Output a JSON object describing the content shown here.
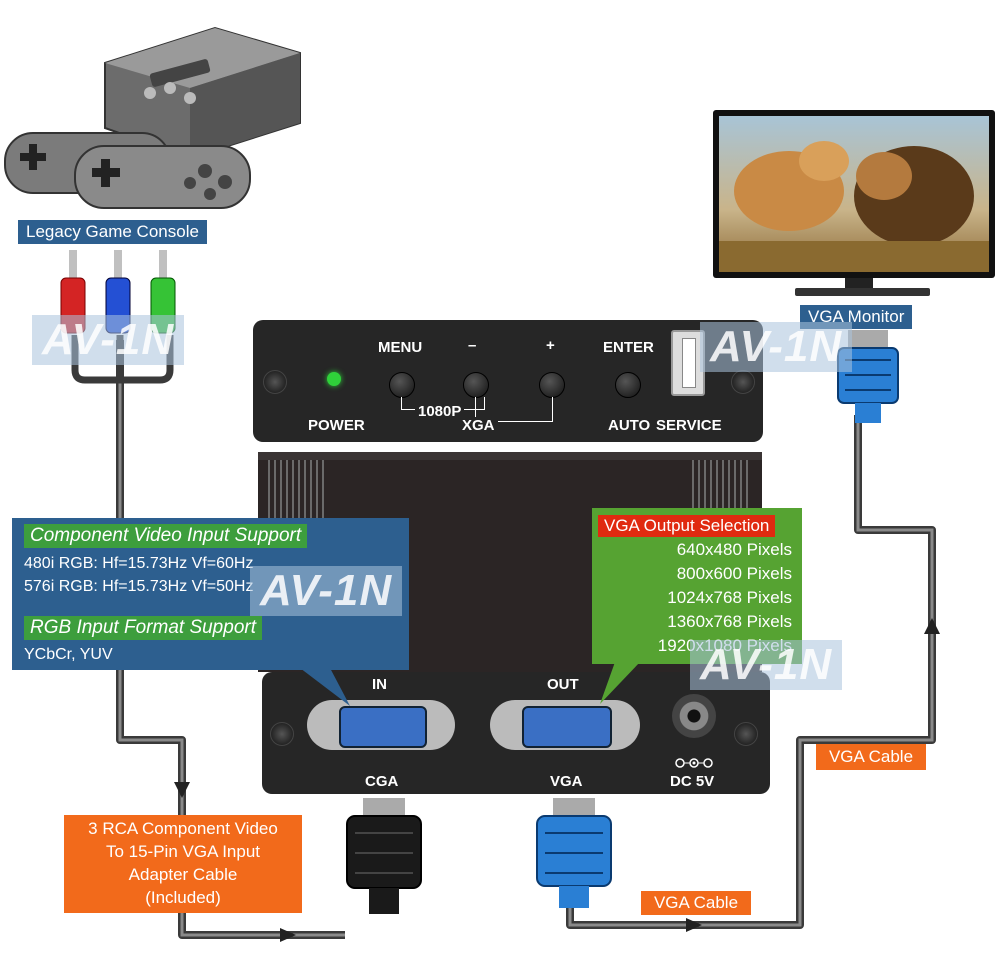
{
  "labels": {
    "console": "Legacy Game Console",
    "monitor": "VGA Monitor",
    "adapter_cable": [
      "3 RCA Component Video",
      "To 15-Pin VGA Input",
      "Adapter Cable",
      "(Included)"
    ],
    "vga_cable_bottom": "VGA Cable",
    "vga_cable_right": "VGA Cable"
  },
  "watermark": "AV-1N",
  "front_panel": {
    "power": "POWER",
    "menu": "MENU",
    "minus": "–",
    "plus": "+",
    "enter": "ENTER",
    "p1080": "1080P",
    "xga": "XGA",
    "auto": "AUTO",
    "service": "SERVICE"
  },
  "rear_panel": {
    "in_label": "IN",
    "out_label": "OUT",
    "cga": "CGA",
    "vga": "VGA",
    "dc": "DC 5V"
  },
  "input_support": {
    "heading": "Component Video Input Support",
    "line1": "480i RGB: Hf=15.73Hz Vf=60Hz",
    "line2": "576i RGB: Hf=15.73Hz Vf=50Hz",
    "format_heading": "RGB Input Format Support",
    "format_line": "YCbCr, YUV"
  },
  "output_selection": {
    "heading": "VGA Output Selection",
    "items": [
      "640x480 Pixels",
      "800x600 Pixels",
      "1024x768 Pixels",
      "1360x768 Pixels",
      "1920x1080 Pixels"
    ]
  },
  "colors": {
    "blue_label": "#2d5f8f",
    "orange_label": "#f26a1b",
    "green_head": "#3d9e3d",
    "red_head": "#e02a10"
  }
}
